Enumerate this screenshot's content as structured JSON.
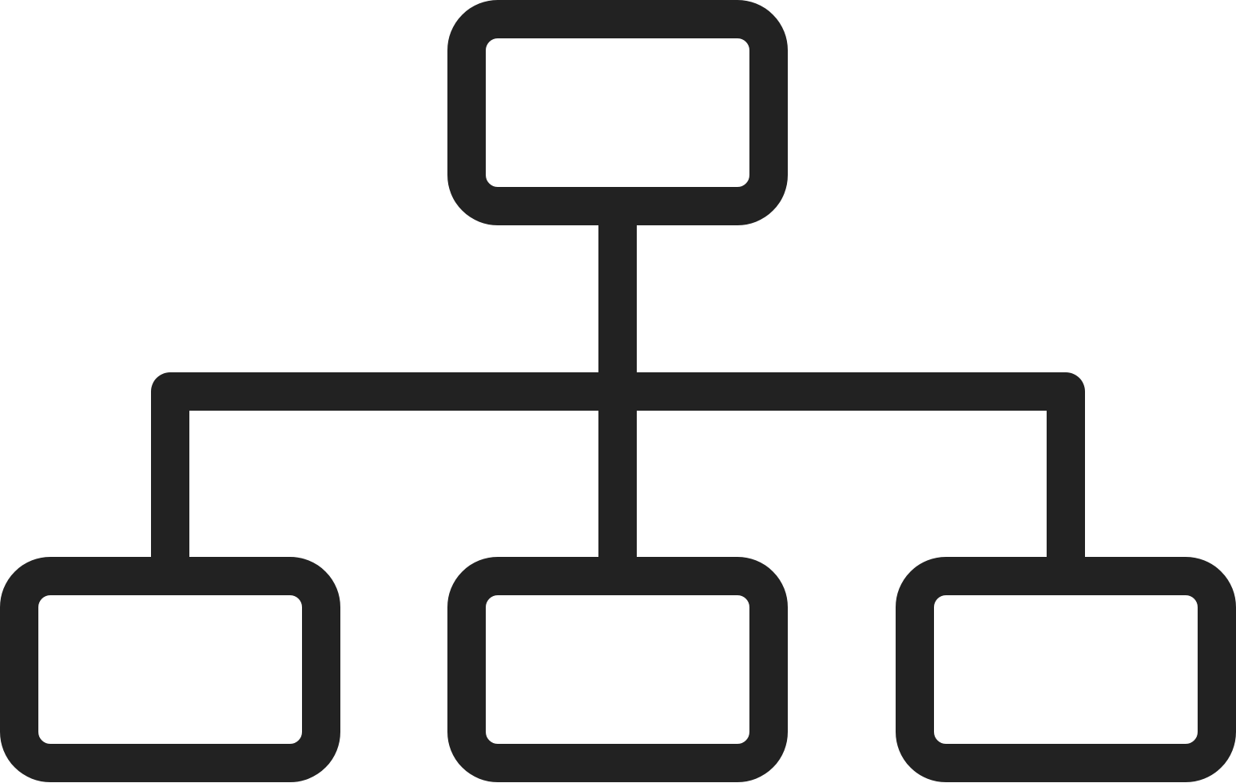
{
  "diagram": {
    "kind": "hierarchy",
    "icon": "sitemap-icon",
    "stroke_color": "#222222",
    "fill_color": "#ffffff",
    "root": {
      "id": "root"
    },
    "children": [
      {
        "id": "child-1"
      },
      {
        "id": "child-2"
      },
      {
        "id": "child-3"
      }
    ]
  }
}
